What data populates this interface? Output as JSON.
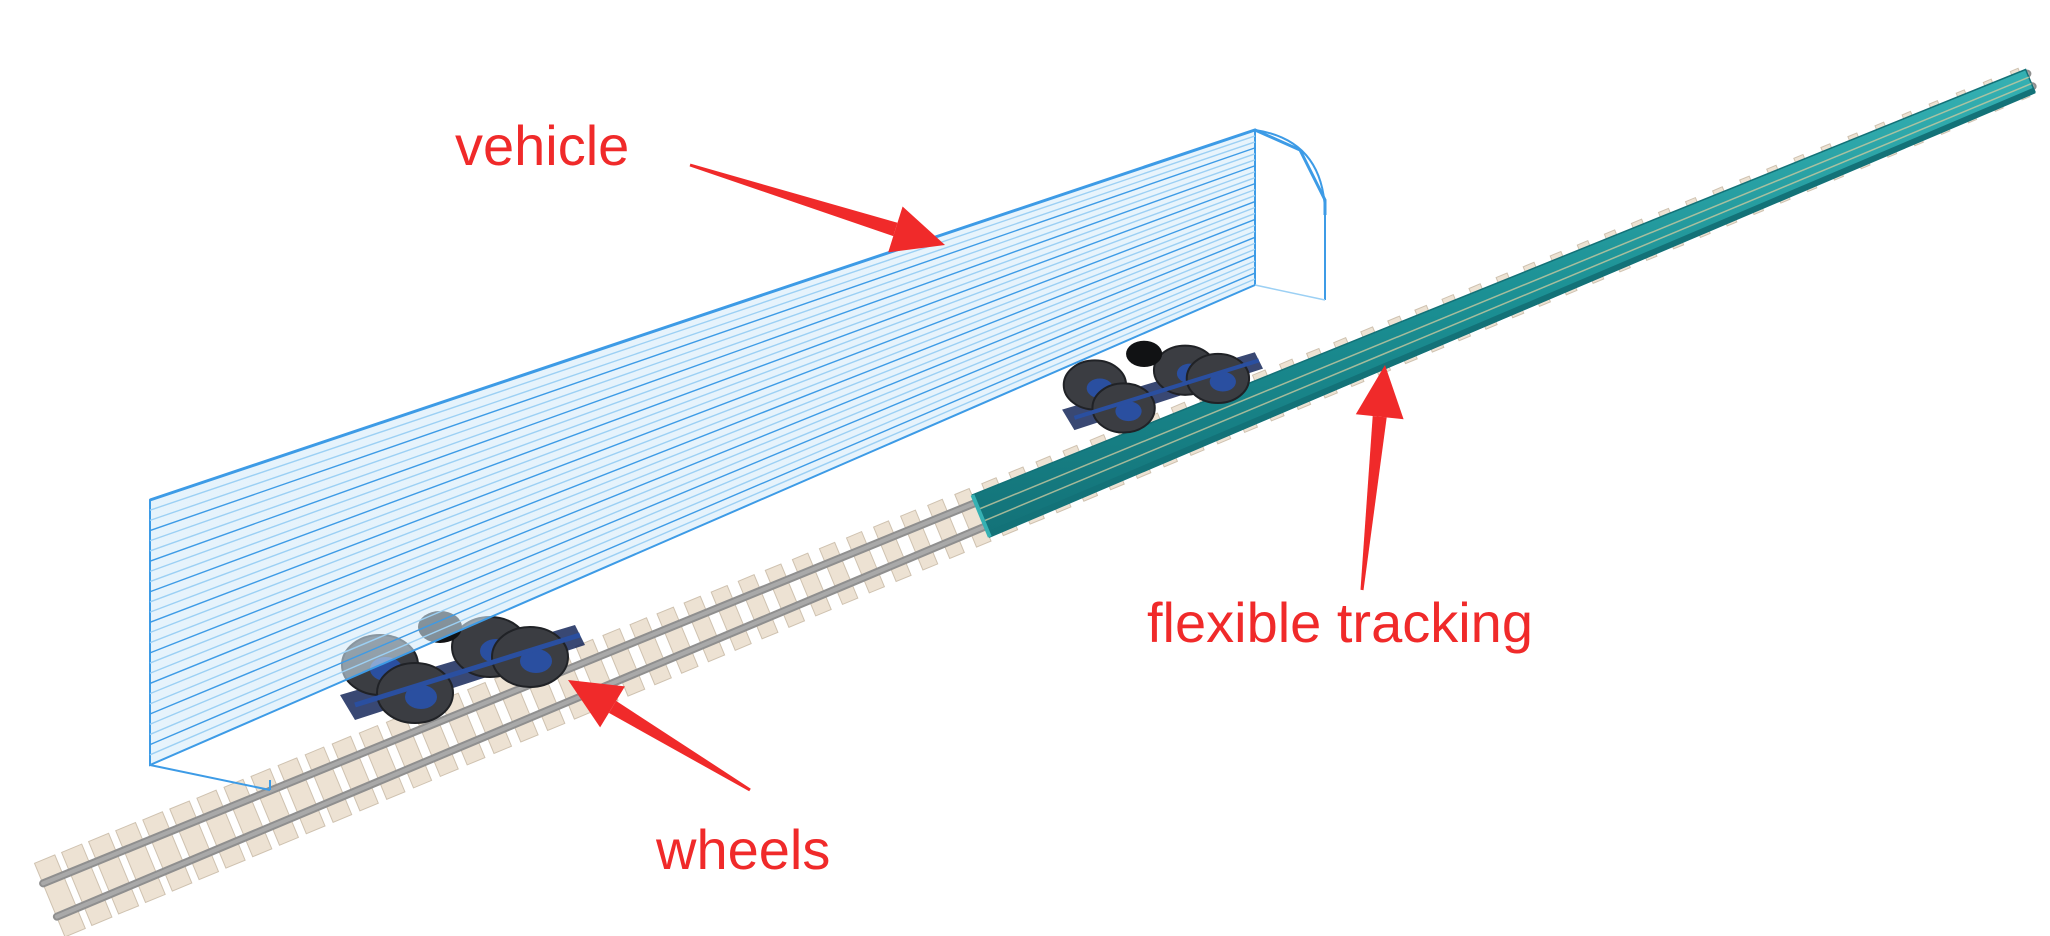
{
  "labels": {
    "vehicle": "vehicle",
    "flexible_tracking": "flexible tracking",
    "wheels": "wheels"
  },
  "colors": {
    "annotation": "#f02a2a",
    "vehicle_outline": "#3d9be6",
    "vehicle_outline_light": "#9cd0f4",
    "flexible_track": "#1b8f93",
    "flexible_track_dark": "#137278",
    "flexible_track_light": "#35b1b3",
    "rail": "#a9a9a9",
    "rail_dark": "#8f8f8f",
    "sleeper": "#ede2d3",
    "sleeper_edge": "#cfc2b0",
    "bogie_dark": "#3b3d42",
    "bogie_navy": "#16285a",
    "bogie_blue": "#2a4fa0"
  },
  "icons": {
    "arrow": "arrow-icon"
  }
}
